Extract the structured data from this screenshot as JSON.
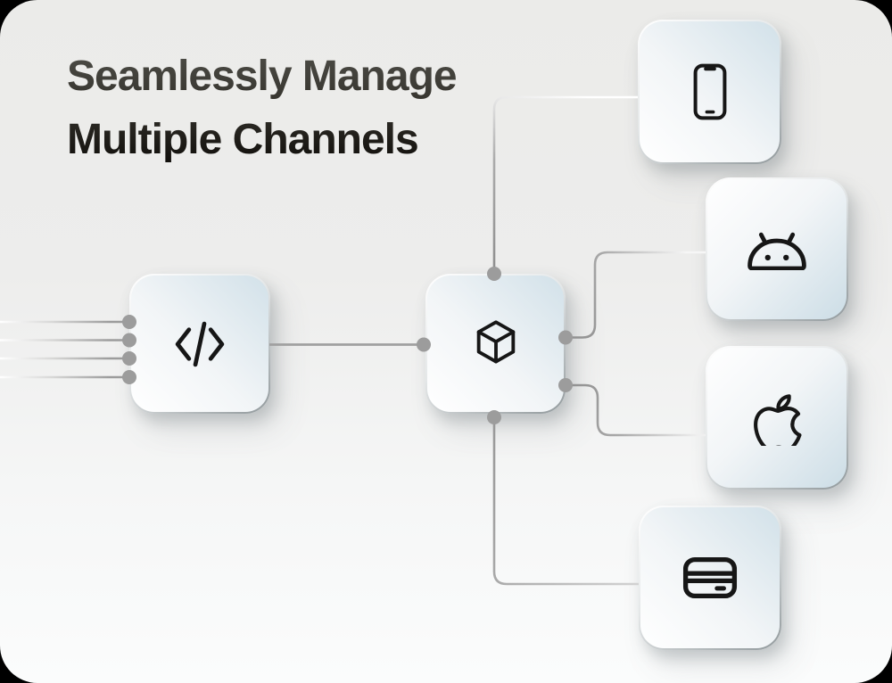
{
  "title": {
    "line1": "Seamlessly Manage",
    "line2": "Multiple Channels"
  },
  "diagram": {
    "type": "flow",
    "source_node": {
      "id": "code",
      "icon": "code-icon",
      "incoming_lines": 4
    },
    "hub_node": {
      "id": "hub",
      "icon": "cube-icon"
    },
    "channel_nodes": [
      {
        "id": "phone",
        "icon": "smartphone-icon"
      },
      {
        "id": "android",
        "icon": "android-icon"
      },
      {
        "id": "apple",
        "icon": "apple-icon"
      },
      {
        "id": "card",
        "icon": "credit-card-icon"
      }
    ],
    "connections": [
      "edge-inputs -> code",
      "code -> hub",
      "hub -> phone",
      "hub -> android",
      "hub -> apple",
      "hub -> card"
    ]
  },
  "colors": {
    "canvas_top": "#ebebe9",
    "canvas_bottom": "#fbfcfc",
    "node_blue": "#d2e1e9",
    "node_border_dark": "#90989b",
    "connector_gray": "#9c9c9c",
    "connector_fade": "#ffffff",
    "dot_gray": "#9c9c9c",
    "icon_stroke": "#161616",
    "title_top": "#50504a",
    "title_bottom": "#0c0a07"
  }
}
